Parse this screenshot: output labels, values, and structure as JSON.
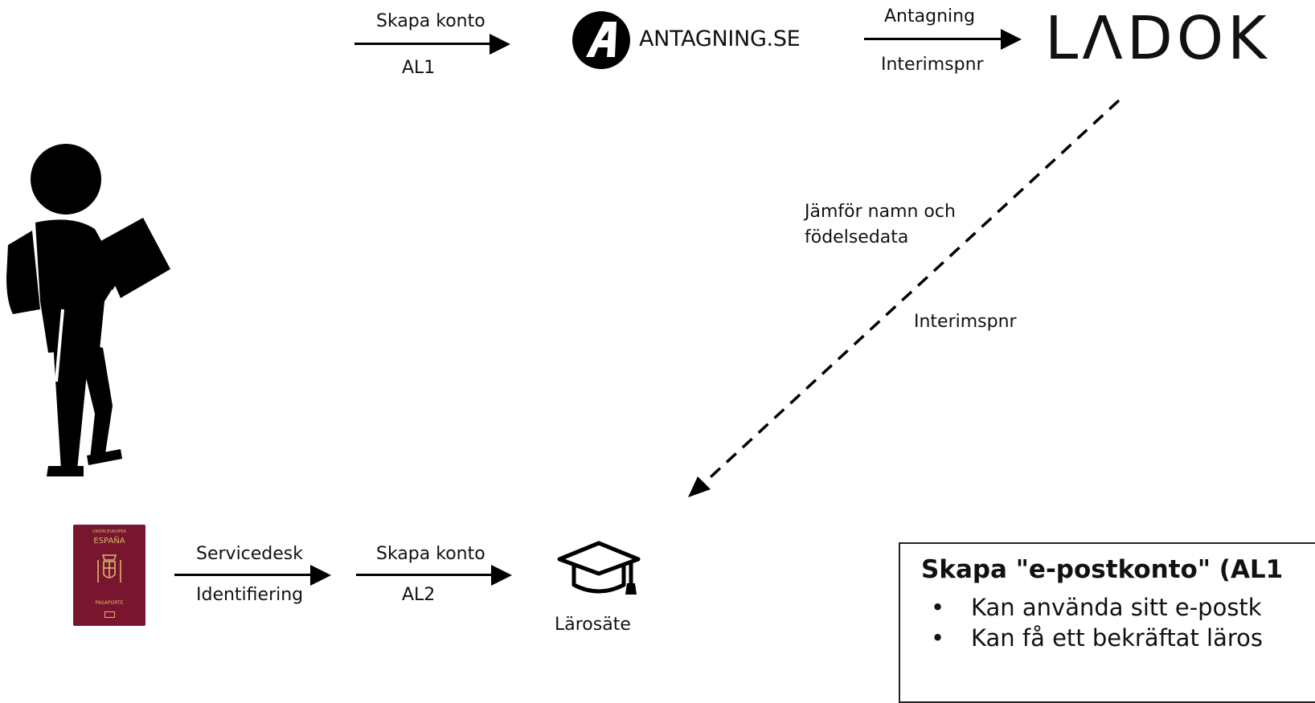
{
  "top_flow": {
    "arrow1": {
      "top_label": "Skapa konto",
      "bottom_label": "AL1"
    },
    "antagning_logo": {
      "letter": "A",
      "text": "ANTAGNING.SE"
    },
    "arrow2": {
      "top_label": "Antagning",
      "bottom_label": "Interimspnr"
    },
    "ladok_logo": {
      "text": "LΛDOK"
    }
  },
  "diagonal": {
    "label1": "Jämför namn och\nfödelsedata",
    "label2": "Interimspnr"
  },
  "bottom_flow": {
    "passport": {
      "top_text": "UNIÓN EUROPEA",
      "country": "ESPAÑA",
      "bottom_text": "PASAPORTE"
    },
    "arrow1": {
      "top_label": "Servicedesk",
      "bottom_label": "Identifiering"
    },
    "arrow2": {
      "top_label": "Skapa konto",
      "bottom_label": "AL2"
    },
    "institution": {
      "label": "Lärosäte"
    }
  },
  "info_box": {
    "title": "Skapa \"e-postkonto\" (AL1",
    "bullets": [
      "Kan använda sitt e-postk",
      "Kan få ett bekräftat läros"
    ]
  },
  "icons": {
    "student": "student-walking-icon",
    "graduation": "graduation-cap-icon",
    "passport": "passport-icon"
  },
  "colors": {
    "line": "#000000",
    "passport": "#7a1530",
    "passport_text": "#d8b86a"
  }
}
